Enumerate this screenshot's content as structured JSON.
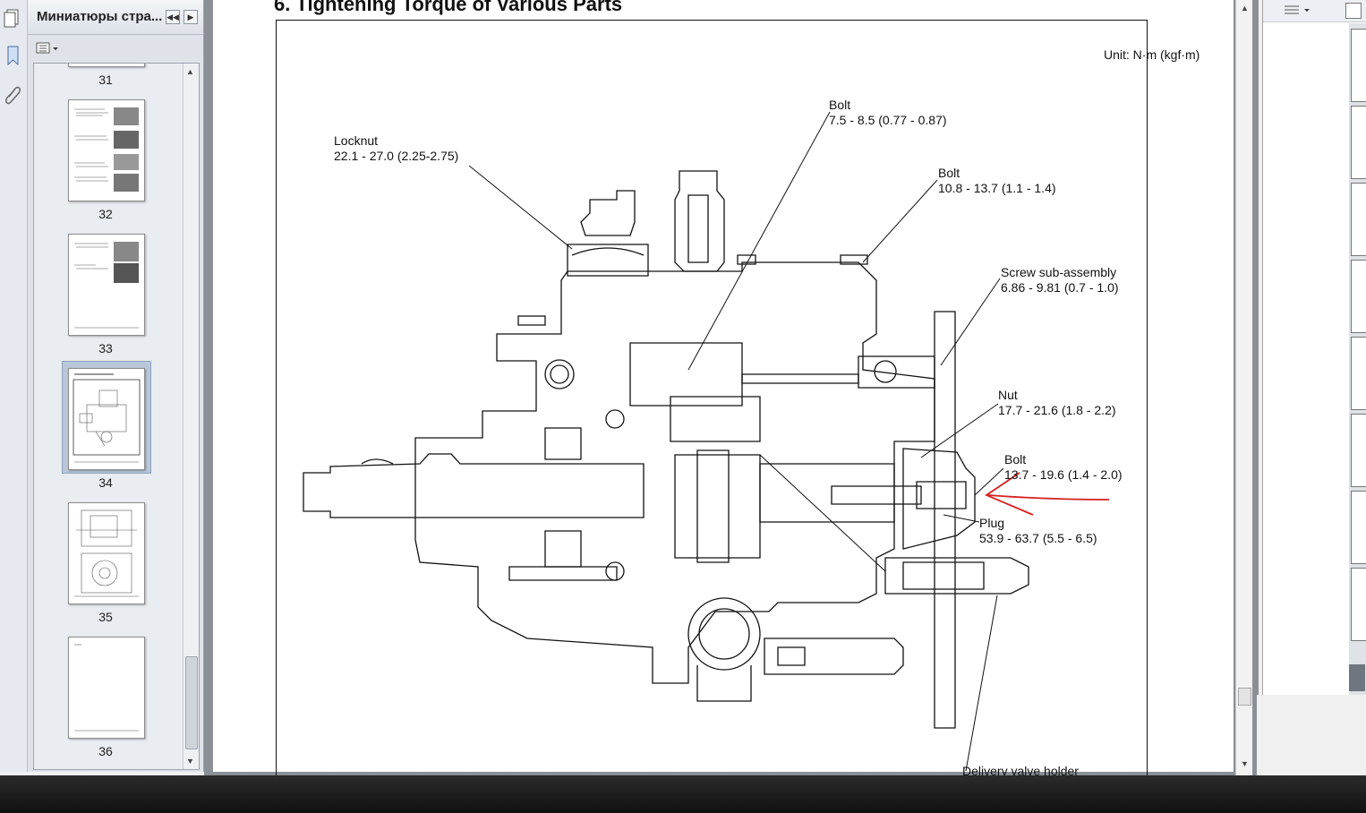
{
  "thumbnails_panel": {
    "title": "Миниатюры стра...",
    "pages": [
      {
        "number": "31"
      },
      {
        "number": "32"
      },
      {
        "number": "33"
      },
      {
        "number": "34",
        "selected": true
      },
      {
        "number": "35"
      },
      {
        "number": "36"
      }
    ]
  },
  "document": {
    "heading": "6. Tightening Torque of Various Parts",
    "unit": "Unit: N·m (kgf·m)",
    "callouts": {
      "locknut": {
        "name": "Locknut",
        "value": "22.1 - 27.0 (2.25-2.75)"
      },
      "bolt1": {
        "name": "Bolt",
        "value": "7.5 - 8.5 (0.77 - 0.87)"
      },
      "bolt2": {
        "name": "Bolt",
        "value": "10.8 - 13.7 (1.1 - 1.4)"
      },
      "screw": {
        "name": "Screw sub-assembly",
        "value": "6.86 - 9.81 (0.7 - 1.0)"
      },
      "nut": {
        "name": "Nut",
        "value": "17.7 - 21.6 (1.8 - 2.2)"
      },
      "bolt3": {
        "name": "Bolt",
        "value": "13.7 - 19.6 (1.4 - 2.0)"
      },
      "plug": {
        "name": "Plug",
        "value": "53.9 - 63.7 (5.5 - 6.5)"
      },
      "delivery": {
        "name": "Delivery valve holder"
      }
    },
    "annotation_color": "#d42020"
  }
}
